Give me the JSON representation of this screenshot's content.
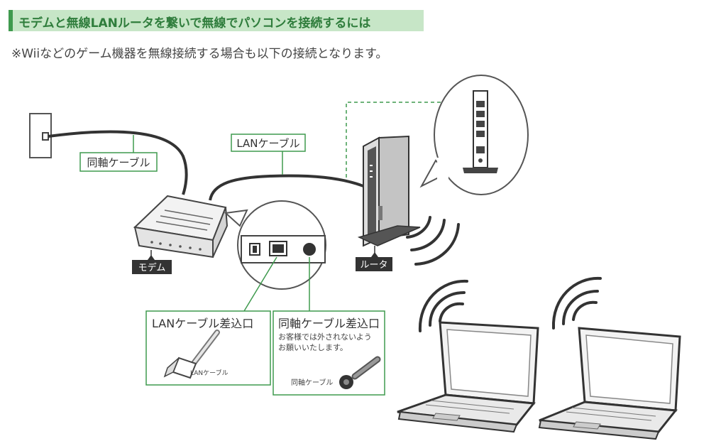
{
  "header": {
    "title": "モデムと無線LANルータを繋いで無線でパソコンを接続するには",
    "note": "※Wiiなどのゲーム機器を無線接続する場合も以下の接続となります。"
  },
  "labels": {
    "coax_cable": "同軸ケーブル",
    "lan_cable": "LANケーブル",
    "modem": "モデム",
    "router": "ルータ"
  },
  "detail": {
    "lan_port_title": "LANケーブル差込口",
    "lan_port_caption": "LANケーブル",
    "coax_port_title": "同軸ケーブル差込口",
    "coax_port_note_line1": "お客様では外されないよう",
    "coax_port_note_line2": "お願いいたします。",
    "coax_port_caption": "同軸ケーブル"
  },
  "colors": {
    "accent_green": "#3f9a4e",
    "banner_bg": "#c7e6c7",
    "dark": "#333333"
  },
  "icons": [
    "wall-outlet-icon",
    "modem-icon",
    "router-icon",
    "wifi-waves-icon",
    "laptop-icon",
    "lan-plug-icon",
    "coax-plug-icon"
  ]
}
